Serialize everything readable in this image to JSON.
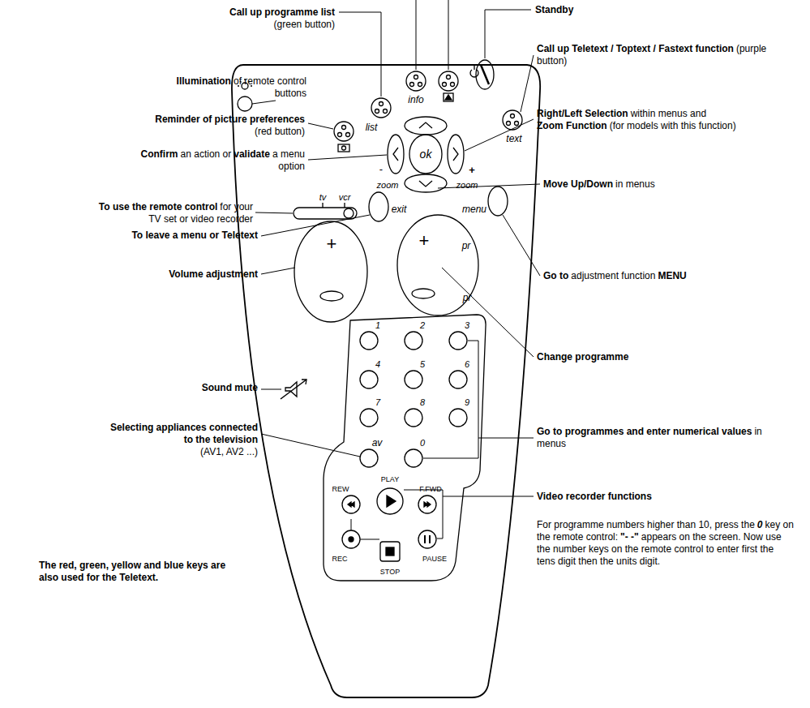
{
  "diagram": {
    "labels": [
      "Call up programme list",
      "(green button)",
      "Illumination",
      "of remote control buttons",
      "Reminder of picture preferences",
      "(red button)",
      "Confirm",
      "an action or",
      "validate",
      "a menu option",
      "To use the remote control",
      "for your TV set or video recorder",
      "To leave a menu or Teletext",
      "Volume adjustment",
      "Sound mute",
      "Selecting appliances connected to the television",
      "(AV1, AV2 ...)",
      "The red, green, yellow and blue keys are also used for the Teletext.",
      "Standby",
      "Call up Teletext / Toptext / Fastext function",
      "(purple button)",
      "Right/Left Selection",
      "within menus and",
      "Zoom Function",
      "(for models with this function)",
      "Move Up/Down",
      "in menus",
      "Go to",
      "adjustment function",
      "MENU",
      "Change programme",
      "Go to programmes and enter numerical values",
      "in menus",
      "Video recorder functions",
      "For programme numbers higher than 10, press the",
      "0",
      "key on the remote control:",
      "\"- -\"",
      "appears on the screen. Now use the number keys on the remote control to enter first the tens digit then the units digit.",
      "list",
      "info",
      "text",
      "ok",
      "-",
      "zoom",
      "+",
      "zoom",
      "tv",
      "vcr",
      "exit",
      "menu",
      "+",
      "+",
      "pr",
      "pr",
      "1",
      "2",
      "3",
      "4",
      "5",
      "6",
      "7",
      "8",
      "9",
      "av",
      "0",
      "PLAY",
      "REW",
      "F.FWD",
      "REC",
      "STOP",
      "PAUSE"
    ]
  }
}
